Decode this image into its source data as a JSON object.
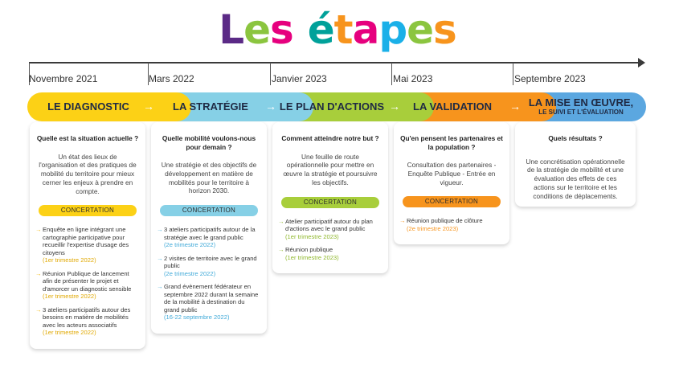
{
  "title": {
    "letters": [
      {
        "ch": "L",
        "color": "#5b2a86"
      },
      {
        "ch": "e",
        "color": "#8bc53f"
      },
      {
        "ch": "s",
        "color": "#e6007e"
      },
      {
        "ch": " ",
        "color": "#000000"
      },
      {
        "ch": "é",
        "color": "#00a19a"
      },
      {
        "ch": "t",
        "color": "#f7941d"
      },
      {
        "ch": "a",
        "color": "#e6007e"
      },
      {
        "ch": "p",
        "color": "#1ab0e8"
      },
      {
        "ch": "e",
        "color": "#8bc53f"
      },
      {
        "ch": "s",
        "color": "#f7941d"
      }
    ]
  },
  "timeline": {
    "dates": [
      "Novembre 2021",
      "Mars 2022",
      "Janvier 2023",
      "Mai 2023",
      "Septembre 2023"
    ]
  },
  "phases": [
    {
      "title": "LE DIAGNOSTIC",
      "color": "#fcd116"
    },
    {
      "title": "LA STRATÉGIE",
      "color": "#86d0e6"
    },
    {
      "title": "LE PLAN D'ACTIONS",
      "color": "#a8ce3b"
    },
    {
      "title": "LA VALIDATION",
      "color": "#f7941d"
    },
    {
      "title": "LA MISE EN ŒUVRE,",
      "subtitle": "LE SUIVI ET L'ÉVALUATION",
      "color": "#5ba7e0"
    }
  ],
  "arrow_glyph": "→",
  "concertation_label": "CONCERTATION",
  "cards": [
    {
      "question": "Quelle est la situation actuelle ?",
      "description": "Un état des lieux de l'organisation et des pratiques de mobilité du territoire pour mieux cerner les enjeux à prendre en compte.",
      "actions": [
        {
          "text": "Enquête en ligne intégrant une cartographie participative pour recueillir l'expertise d'usage des citoyens",
          "date": "(1er trimestre 2022)"
        },
        {
          "text": "Réunion Publique de lancement afin de présenter le projet et d'amorcer un diagnostic sensible",
          "date": "(1er trimestre 2022)"
        },
        {
          "text": "3 ateliers participatifs autour des besoins en matière de mobilités avec les acteurs associatifs",
          "date": "(1er trimestre 2022)"
        }
      ]
    },
    {
      "question": "Quelle mobilité voulons-nous pour demain ?",
      "description": "Une stratégie et des objectifs de développement en matière de mobilités pour le territoire à horizon 2030.",
      "actions": [
        {
          "text": "3 ateliers participatifs autour de la stratégie avec le grand public",
          "date": "(2e trimestre 2022)"
        },
        {
          "text": "2 visites de territoire avec le grand public",
          "date": "(2e trimestre 2022)"
        },
        {
          "text": "Grand évènement fédérateur en septembre 2022 durant la semaine de la mobilité à destination du grand public",
          "date": "(16-22 septembre 2022)"
        }
      ]
    },
    {
      "question": "Comment atteindre notre but ?",
      "description": "Une feuille de route opérationnelle pour mettre en œuvre la stratégie et poursuivre les objectifs.",
      "actions": [
        {
          "text": "Atelier participatif autour du plan d'actions avec le grand public",
          "date": "(1er trimestre 2023)"
        },
        {
          "text": "Réunion publique",
          "date": "(1er trimestre 2023)"
        }
      ]
    },
    {
      "question": "Qu'en pensent les partenaires et la population ?",
      "description": "Consultation des partenaires - Enquête Publique - Entrée en vigueur.",
      "actions": [
        {
          "text": "Réunion publique de clôture",
          "date": "(2e trimestre 2023)"
        }
      ]
    },
    {
      "question": "Quels résultats ?",
      "description": "Une concrétisation opérationnelle de la stratégie de mobilité et une évaluation des effets de ces actions sur le territoire et les conditions de déplacements.",
      "actions": []
    }
  ]
}
